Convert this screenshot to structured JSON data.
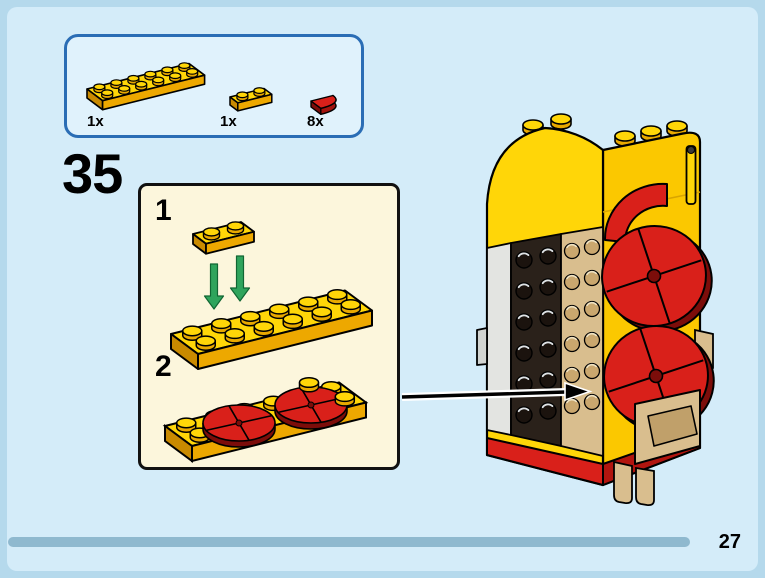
{
  "page": {
    "step_number": "35",
    "page_number": "27"
  },
  "parts_callout": {
    "parts": [
      {
        "piece": "plate-2x6-yellow",
        "count": "1x",
        "color": "#ffd608"
      },
      {
        "piece": "plate-1x2-yellow",
        "count": "1x",
        "color": "#ffd608"
      },
      {
        "piece": "quarter-round-tile-red",
        "count": "8x",
        "color": "#d9201a"
      }
    ]
  },
  "step_panel": {
    "substeps": [
      {
        "label": "1"
      },
      {
        "label": "2"
      }
    ]
  },
  "colors": {
    "page_background": "#d4ecf9",
    "page_frame": "#b5d9ec",
    "callout_fill": "#e0f2fc",
    "callout_border": "#2a6db5",
    "panel_fill": "#fcf6dc",
    "lego_yellow": "#ffd608",
    "lego_red": "#d9201a",
    "lego_tan": "#d9be8e",
    "arrow_green": "#2fa45c",
    "progress_bar": "#8fb9cf"
  }
}
